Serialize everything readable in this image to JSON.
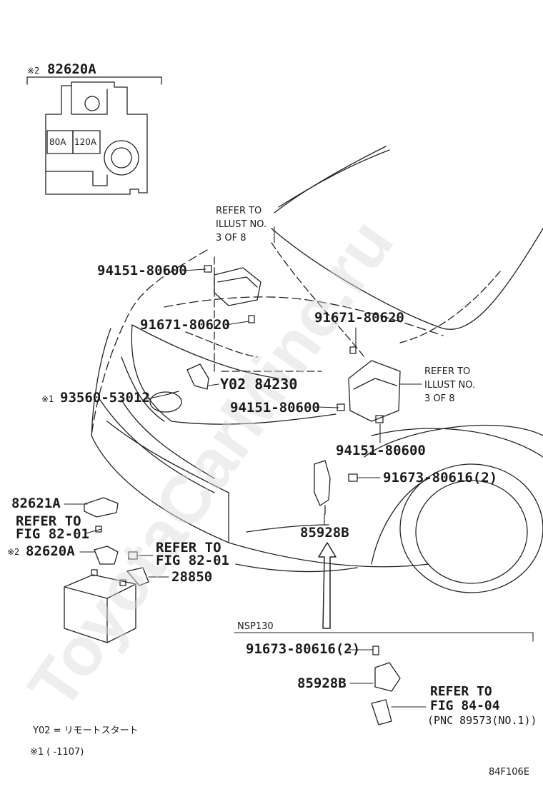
{
  "inset": {
    "mark": "※2",
    "part": "82620A",
    "fuse1": "80A",
    "fuse2": "120A"
  },
  "labels": {
    "refer_top_1": "REFER TO",
    "refer_top_2": "ILLUST NO.",
    "refer_top_3": "3 OF 8",
    "p_94151_a": "94151-80600",
    "p_91671_a": "91671-80620",
    "p_91671_b": "91671-80620",
    "refer_right_1": "REFER TO",
    "refer_right_2": "ILLUST NO.",
    "refer_right_3": "3 OF 8",
    "p_y02": "Y02 84230",
    "mark1": "※1",
    "p_93560": "93560-53012",
    "p_94151_b": "94151-80600",
    "p_94151_c": "94151-80600",
    "p_91673_a": "91673-80616(2)",
    "p_82621a": "82621A",
    "refer_fig_1a": "REFER TO",
    "refer_fig_1b": "FIG 82-01",
    "mark2": "※2",
    "p_82620a": "82620A",
    "refer_fig_2a": "REFER TO",
    "refer_fig_2b": "FIG 82-01",
    "p_28850": "28850",
    "p_85928b_a": "85928B",
    "nsp": "NSP130",
    "p_91673_b": "91673-80616(2)",
    "p_85928b_b": "85928B",
    "refer_fig_3a": "REFER TO",
    "refer_fig_3b": "FIG 84-04",
    "refer_fig_3c": "(PNC 89573(NO.1))"
  },
  "notes": {
    "y02": "Y02 = リモートスタート",
    "note1": "※1 (       -1107)"
  },
  "figure_id": "84F106E",
  "watermark": "ToyotaCarMine.ru"
}
